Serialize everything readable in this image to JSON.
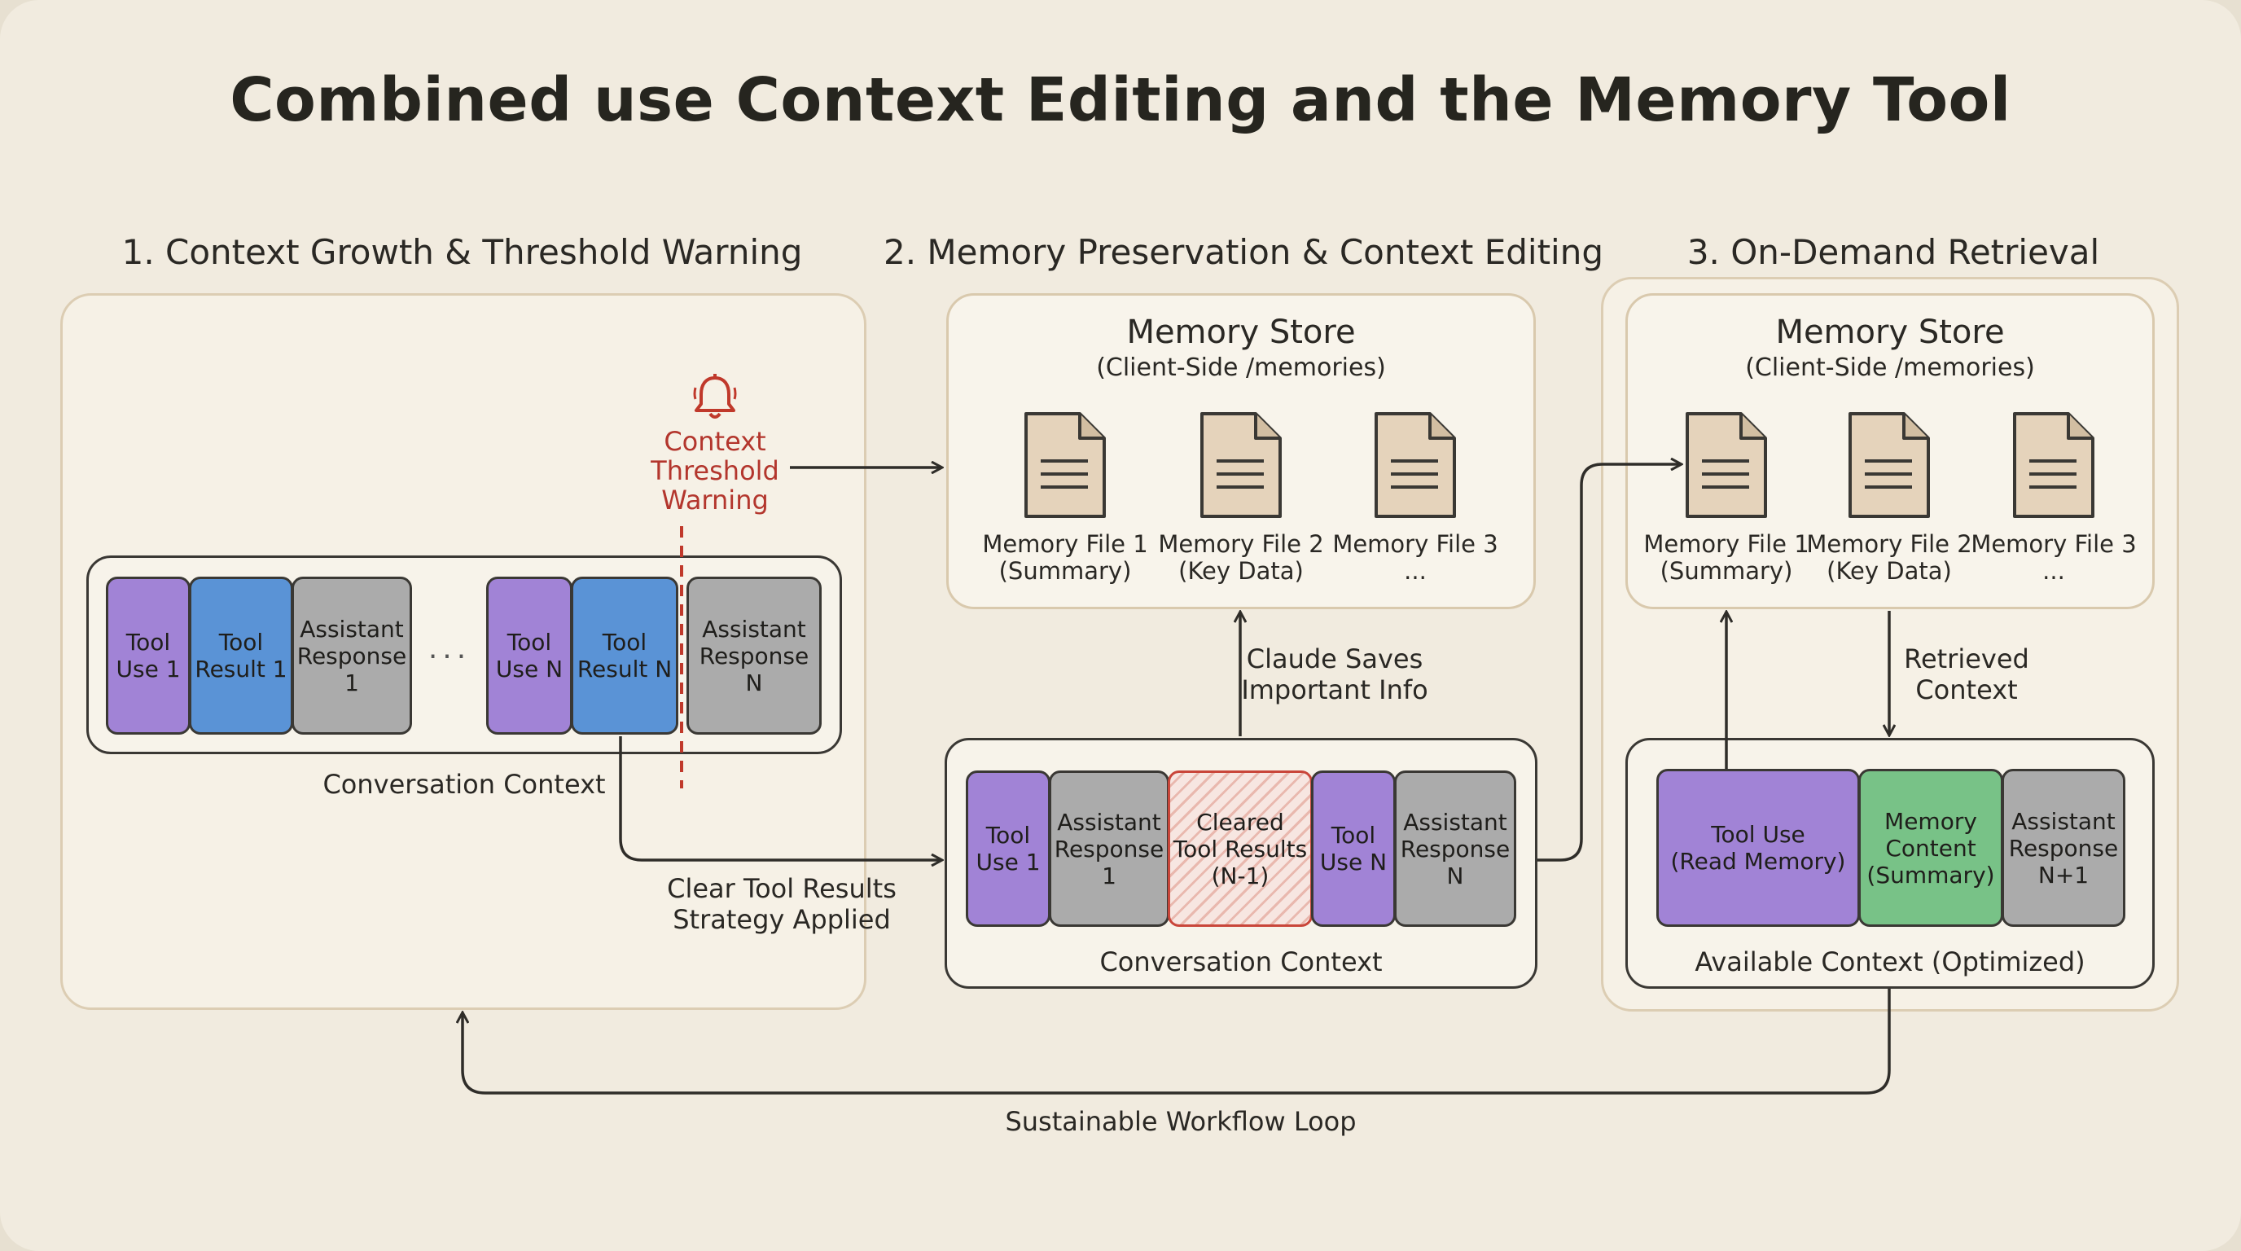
{
  "title": "Combined use Context Editing and the Memory Tool",
  "sections": [
    {
      "heading": "1. Context Growth & Threshold Warning"
    },
    {
      "heading": "2. Memory Preservation & Context Editing"
    },
    {
      "heading": "3. On-Demand Retrieval"
    }
  ],
  "section1": {
    "warning": "Context\nThreshold\nWarning",
    "blocks": [
      "Tool\nUse 1",
      "Tool\nResult 1",
      "Assistant\nResponse\n1",
      "Tool\nUse N",
      "Tool\nResult N",
      "Assistant\nResponse\nN"
    ],
    "ellipsis": "...",
    "caption": "Conversation Context"
  },
  "section2": {
    "store_title": "Memory Store",
    "store_subtitle": "(Client-Side /memories)",
    "files": [
      "Memory File 1\n(Summary)",
      "Memory File 2\n(Key Data)",
      "Memory File 3\n..."
    ],
    "blocks": [
      "Tool\nUse 1",
      "Assistant\nResponse\n1",
      "Cleared\nTool Results\n(N-1)",
      "Tool\nUse N",
      "Assistant\nResponse\nN"
    ],
    "caption": "Conversation Context",
    "save_label": "Claude Saves\nImportant Info"
  },
  "section3": {
    "store_title": "Memory Store",
    "store_subtitle": "(Client-Side /memories)",
    "files": [
      "Memory File 1\n(Summary)",
      "Memory File 2\n(Key Data)",
      "Memory File 3\n..."
    ],
    "blocks": [
      "Tool Use\n(Read Memory)",
      "Memory\nContent\n(Summary)",
      "Assistant\nResponse\nN+1"
    ],
    "caption": "Available Context (Optimized)",
    "retrieved_label": "Retrieved\nContext"
  },
  "flow": {
    "clear_label": "Clear Tool Results\nStrategy Applied",
    "loop_label": "Sustainable Workflow Loop"
  },
  "colors": {
    "tool_use": "#a183d6",
    "tool_result": "#5a93d6",
    "assistant": "#ababab",
    "memory_content": "#78c287",
    "warning": "#b3362d"
  },
  "icons": {
    "warning": "bell-icon",
    "file": "document-icon"
  }
}
